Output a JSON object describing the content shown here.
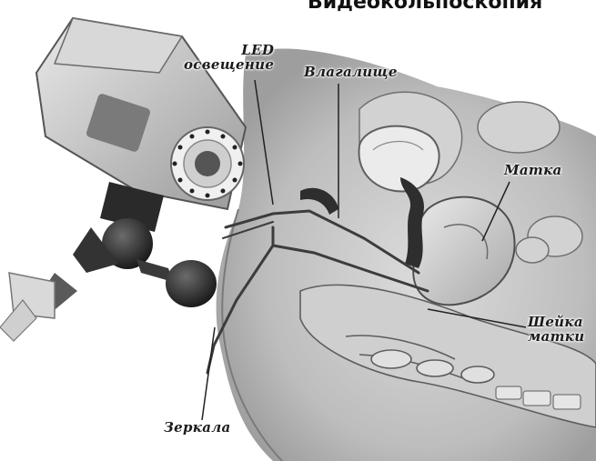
{
  "header": {
    "title_partial": "Видеокольпоскопия"
  },
  "labels": {
    "led_line1": "LED",
    "led_line2": "освещение",
    "vagina": "Влагалище",
    "uterus": "Матка",
    "cervix_line1": "Шейка",
    "cervix_line2": "матки",
    "mirrors": "Зеркала"
  }
}
